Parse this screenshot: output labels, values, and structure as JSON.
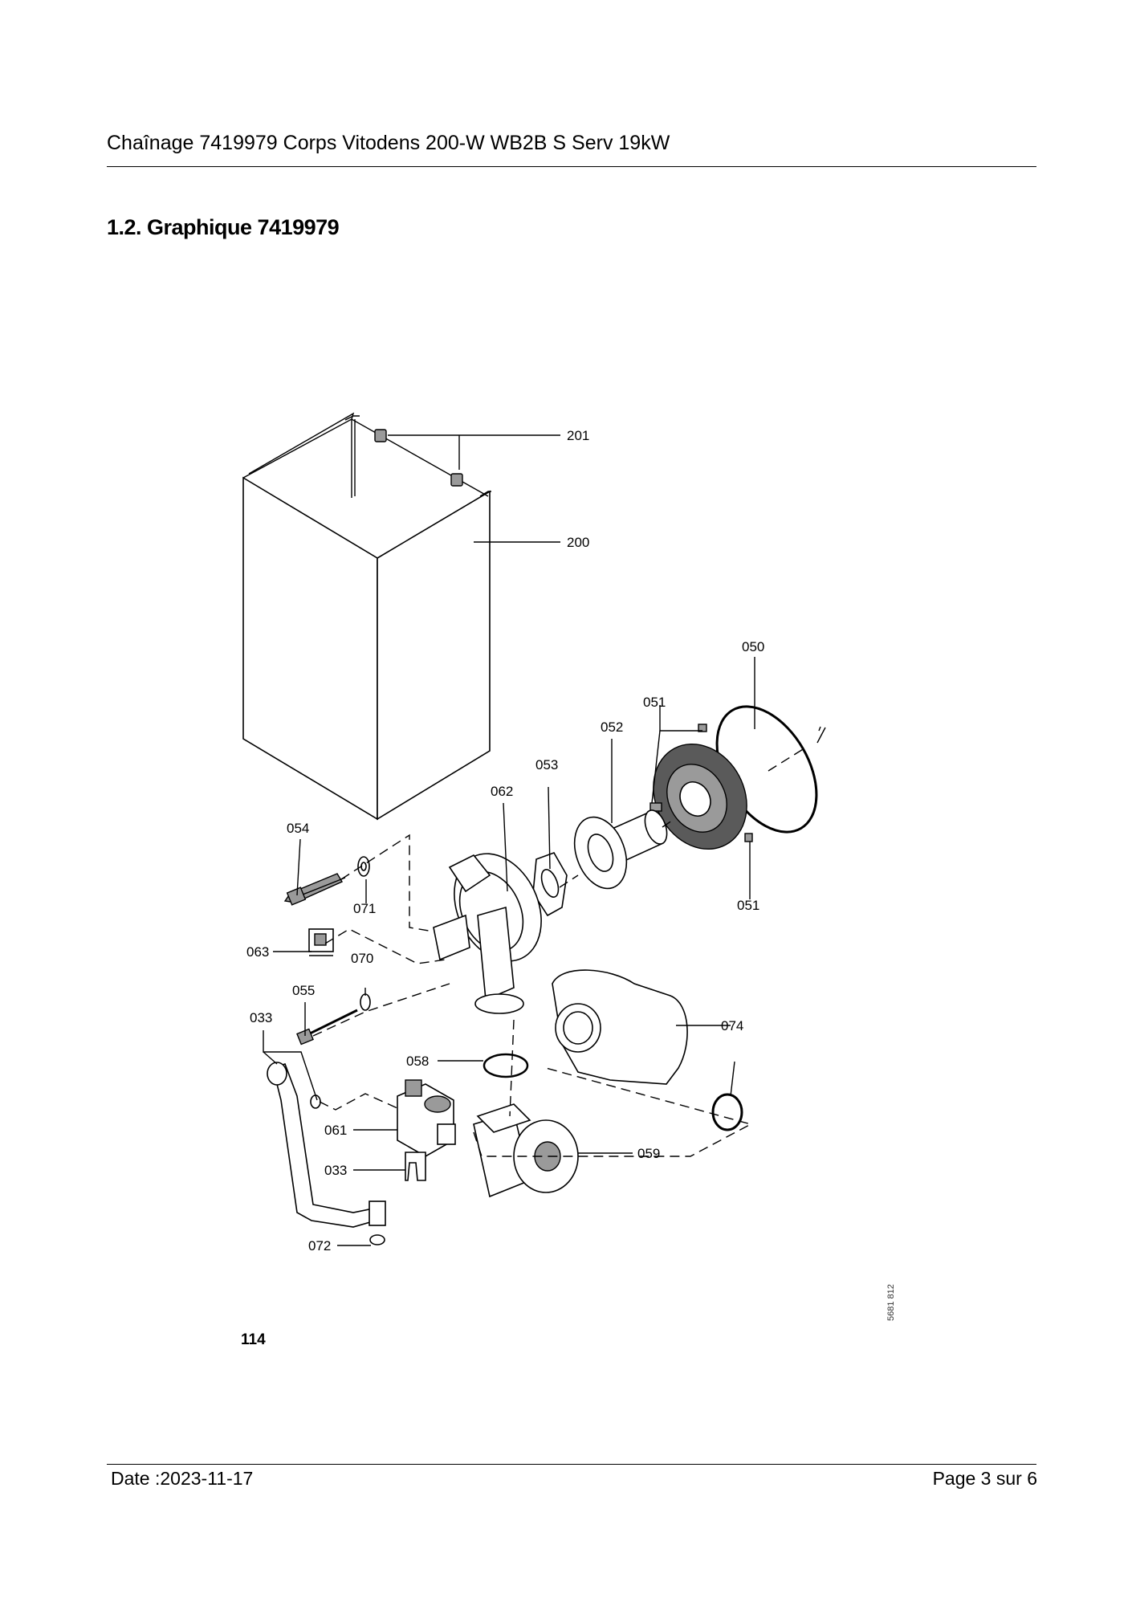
{
  "header": {
    "title": "Chaînage 7419979 Corps Vitodens 200-W WB2B S Serv 19kW"
  },
  "section": {
    "heading": "1.2. Graphique 7419979"
  },
  "diagram": {
    "part_labels": {
      "p201": "201",
      "p200": "200",
      "p050": "050",
      "p051a": "051",
      "p052": "052",
      "p053": "053",
      "p062": "062",
      "p054": "054",
      "p071": "071",
      "p051b": "051",
      "p063": "063",
      "p070": "070",
      "p055": "055",
      "p033a": "033",
      "p074": "074",
      "p058": "058",
      "p061": "061",
      "p059": "059",
      "p033b": "033",
      "p072": "072"
    },
    "drawing_code": "5681 812",
    "page_ref": "114"
  },
  "footer": {
    "date": "Date :2023-11-17",
    "page": "Page 3 sur   6"
  }
}
